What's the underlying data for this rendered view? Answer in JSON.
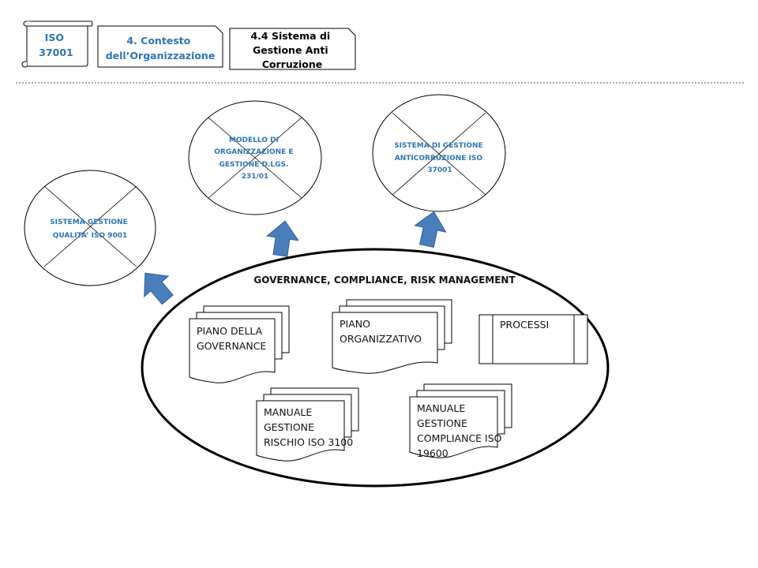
{
  "header": {
    "scroll_label": [
      "ISO",
      "37001"
    ],
    "context_label": [
      "4. Contesto",
      "dell’Organizzazione"
    ],
    "section_label": [
      "4.4 Sistema di",
      "Gestione Anti",
      "Corruzione"
    ]
  },
  "colors": {
    "accent_text": "#2e75b6",
    "arrow_fill": "#4a7ebb",
    "outline": "#000000"
  },
  "circles": [
    {
      "id": "modello",
      "lines": [
        "MODELLO DI",
        "ORGANIZZAZIONE  E",
        "GESTIONE  D.LGS.",
        "231/01"
      ]
    },
    {
      "id": "anticorruzione",
      "lines": [
        "SISTEMA  DI GESTIONE",
        "ANTICORRUZIONE  ISO",
        "37001"
      ]
    },
    {
      "id": "qualita",
      "lines": [
        "SISTEMA  GESTIONE",
        "QUALITA’  ISO  9001"
      ]
    }
  ],
  "governance": {
    "title": "GOVERNANCE, COMPLIANCE, RISK MANAGEMENT",
    "documents": [
      {
        "id": "piano-governance",
        "lines": [
          "PIANO DELLA",
          "GOVERNANCE"
        ]
      },
      {
        "id": "piano-organizzativo",
        "lines": [
          "PIANO",
          "ORGANIZZATIVO"
        ]
      },
      {
        "id": "manuale-rischio",
        "lines": [
          "MANUALE",
          "GESTIONE",
          "RISCHIO  ISO 3100"
        ]
      },
      {
        "id": "manuale-compliance",
        "lines": [
          "MANUALE",
          "GESTIONE",
          "COMPLIANCE ISO",
          "19600"
        ]
      }
    ],
    "process": {
      "label": "PROCESSI"
    }
  }
}
